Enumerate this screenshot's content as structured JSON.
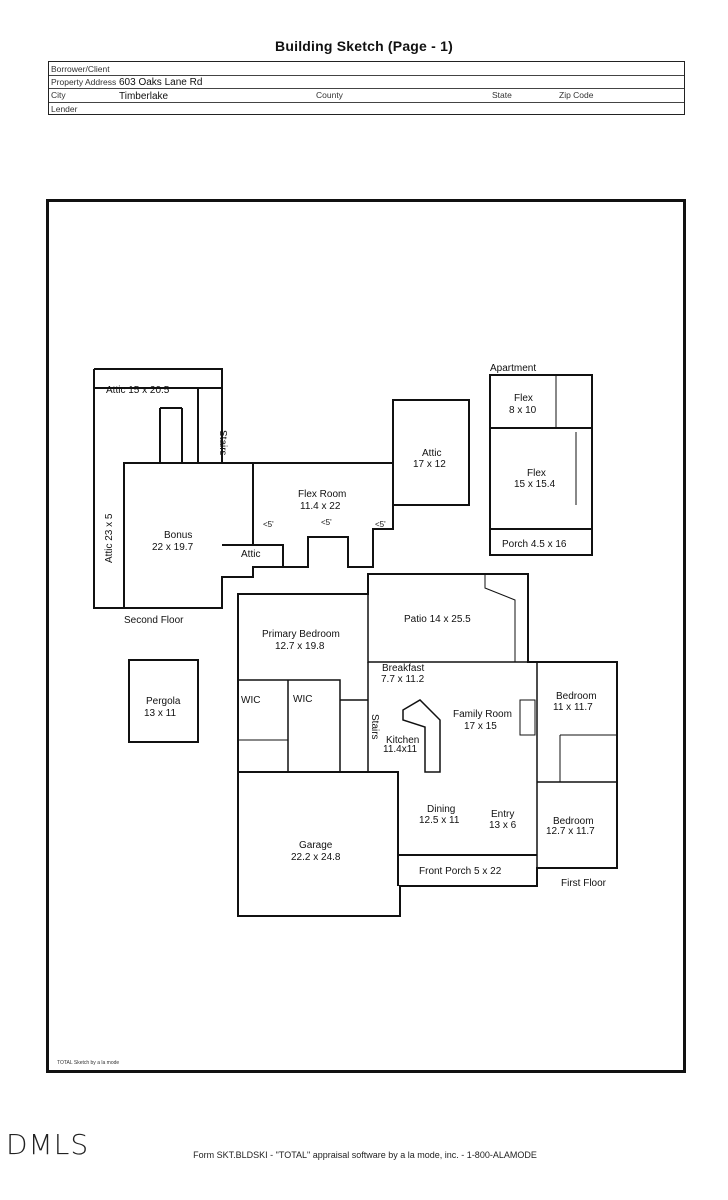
{
  "title": "Building Sketch (Page - 1)",
  "header": {
    "borrower_label": "Borrower/Client",
    "borrower_value": "",
    "address_label": "Property Address",
    "address_value": "603 Oaks Lane Rd",
    "city_label": "City",
    "city_value": "Timberlake",
    "county_label": "County",
    "state_label": "State",
    "zip_label": "Zip Code",
    "lender_label": "Lender"
  },
  "rooms": {
    "attic_15": "Attic 15 x 20.5",
    "stairs_upper": "Stairs",
    "attic_23": "Attic 23 x 5",
    "bonus_name": "Bonus",
    "bonus_dim": "22 x 19.7",
    "flex_room_name": "Flex Room",
    "flex_room_dim": "11.4 x 22",
    "lt5_a": "<5'",
    "lt5_b": "<5'",
    "lt5_c": "<5'",
    "attic_small": "Attic",
    "attic_17_name": "Attic",
    "attic_17_dim": "17 x 12",
    "second_floor": "Second Floor",
    "apartment": "Apartment",
    "flex_a_name": "Flex",
    "flex_a_dim": "8 x 10",
    "flex_b_name": "Flex",
    "flex_b_dim": "15 x 15.4",
    "porch": "Porch 4.5 x 16",
    "patio": "Patio 14 x 25.5",
    "primary_name": "Primary Bedroom",
    "primary_dim": "12.7 x 19.8",
    "breakfast_name": "Breakfast",
    "breakfast_dim": "7.7 x 11.2",
    "pergola_name": "Pergola",
    "pergola_dim": "13 x 11",
    "wic_a": "WIC",
    "wic_b": "WIC",
    "stairs_lower": "Stairs",
    "kitchen_name": "Kitchen",
    "kitchen_dim": "11.4x11",
    "family_name": "Family Room",
    "family_dim": "17 x 15",
    "bedroom_a_name": "Bedroom",
    "bedroom_a_dim": "11 x 11.7",
    "dining_name": "Dining",
    "dining_dim": "12.5 x 11",
    "entry_name": "Entry",
    "entry_dim": "13 x 6",
    "bedroom_b_name": "Bedroom",
    "bedroom_b_dim": "12.7 x 11.7",
    "garage_name": "Garage",
    "garage_dim": "22.2 x 24.8",
    "front_porch": "Front Porch 5 x 22",
    "first_floor": "First Floor"
  },
  "credit": "TOTAL Sketch by a la mode",
  "logo": "DMLS",
  "footer": "Form SKT.BLDSKI - \"TOTAL\" appraisal software by a la mode, inc. - 1-800-ALAMODE"
}
